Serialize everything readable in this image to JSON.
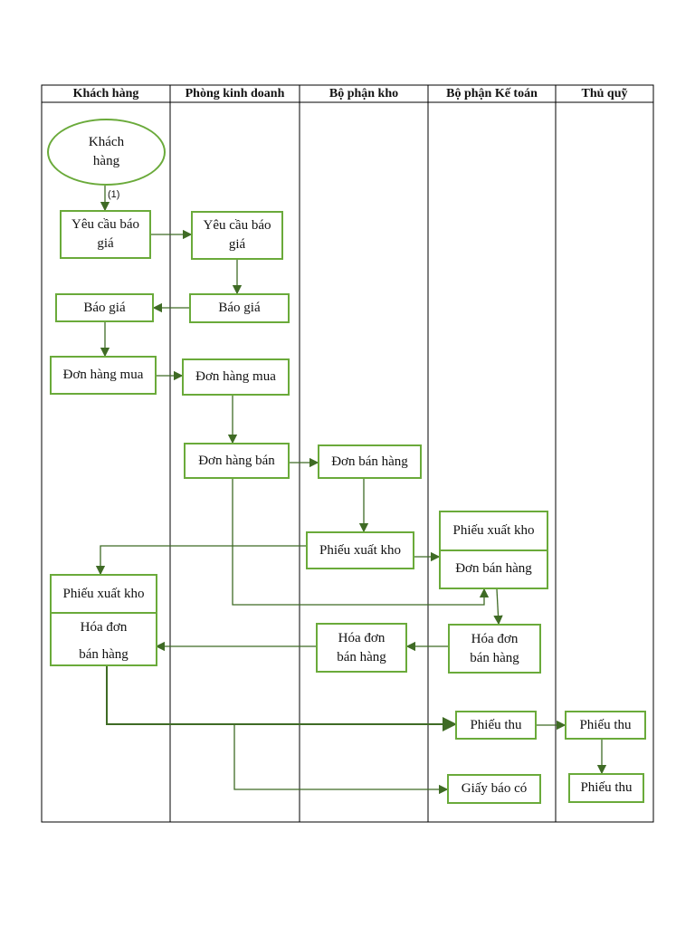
{
  "lanes": [
    "Khách hàng",
    "Phòng kinh doanh",
    "Bộ phận kho",
    "Bộ phận Kế toán",
    "Thủ quỹ"
  ],
  "step_label": "(1)",
  "nodes": {
    "customer": "Khách\nhàng",
    "kh_request": "Yêu cầu báo\ngiá",
    "pkd_request": "Yêu cầu báo\ngiá",
    "kh_quote": "Báo giá",
    "pkd_quote": "Báo giá",
    "kh_purchase_order": "Đơn hàng mua",
    "pkd_purchase_order": "Đơn hàng mua",
    "pkd_sales_order": "Đơn hàng bán",
    "kho_sales_order": "Đơn bán hàng",
    "kho_issue_slip": "Phiếu xuất kho",
    "kt_issue_slip": "Phiếu xuất kho",
    "kt_sales_order": "Đơn bán hàng",
    "kh_issue_slip": "Phiếu xuất kho",
    "kh_invoice": "Hóa đơn\nbán hàng",
    "kho_invoice": "Hóa đơn\nbán hàng",
    "kt_invoice": "Hóa đơn\nbán hàng",
    "kt_receipt": "Phiếu thu",
    "tq_receipt_1": "Phiếu thu",
    "tq_receipt_2": "Phiếu thu",
    "kt_credit_note": "Giấy báo có"
  },
  "colors": {
    "box_border": "#6aaa3a",
    "arrow": "#3f6b25",
    "frame": "#000000"
  }
}
